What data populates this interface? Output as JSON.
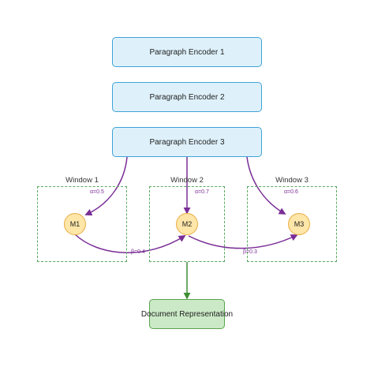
{
  "encoders": [
    "Paragraph Encoder 1",
    "Paragraph Encoder 2",
    "Paragraph Encoder 3"
  ],
  "windows": [
    {
      "title": "Window 1",
      "node": "M1",
      "alpha": "α=0.5"
    },
    {
      "title": "Window 2",
      "node": "M2",
      "alpha": "α=0.7"
    },
    {
      "title": "Window 3",
      "node": "M3",
      "alpha": "α=0.6"
    }
  ],
  "betas": [
    "β=0.4",
    "β=0.3"
  ],
  "output": "Document Representation",
  "colors": {
    "encoder_fill": "#def1fb",
    "encoder_border": "#3ea2d8",
    "window_border": "#59a85f",
    "node_fill": "#fde6a8",
    "node_border": "#e9ad43",
    "attention_edge": "#7a2e96",
    "output_edge": "#3e8f35",
    "output_fill": "#cbe9c6",
    "output_border": "#5aa34f"
  }
}
